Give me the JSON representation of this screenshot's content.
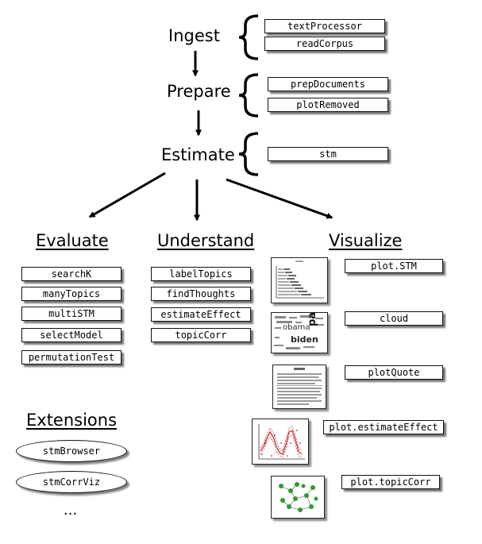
{
  "stages": {
    "ingest": {
      "label": "Ingest",
      "functions": [
        "textProcessor",
        "readCorpus"
      ]
    },
    "prepare": {
      "label": "Prepare",
      "functions": [
        "prepDocuments",
        "plotRemoved"
      ]
    },
    "estimate": {
      "label": "Estimate",
      "functions": [
        "stm"
      ]
    }
  },
  "columns": {
    "evaluate": {
      "label": "Evaluate",
      "functions": [
        "searchK",
        "manyTopics",
        "multiSTM",
        "selectModel",
        "permutationTest"
      ]
    },
    "understand": {
      "label": "Understand",
      "functions": [
        "labelTopics",
        "findThoughts",
        "estimateEffect",
        "topicCorr"
      ]
    },
    "visualize": {
      "label": "Visualize",
      "functions": [
        "plot.STM",
        "cloud",
        "plotQuote",
        "plot.estimateEffect",
        "plot.topicCorr"
      ]
    }
  },
  "extensions": {
    "label": "Extensions",
    "items": [
      "stmBrowser",
      "stmCorrViz"
    ],
    "more": "..."
  },
  "thumbnails": {
    "cloud_words": [
      "palin",
      "biden",
      "obama"
    ]
  },
  "colors": {
    "line": "#000000",
    "box_border": "#111111",
    "accent_red": "#cc2222",
    "accent_green": "#2e9a2e"
  }
}
